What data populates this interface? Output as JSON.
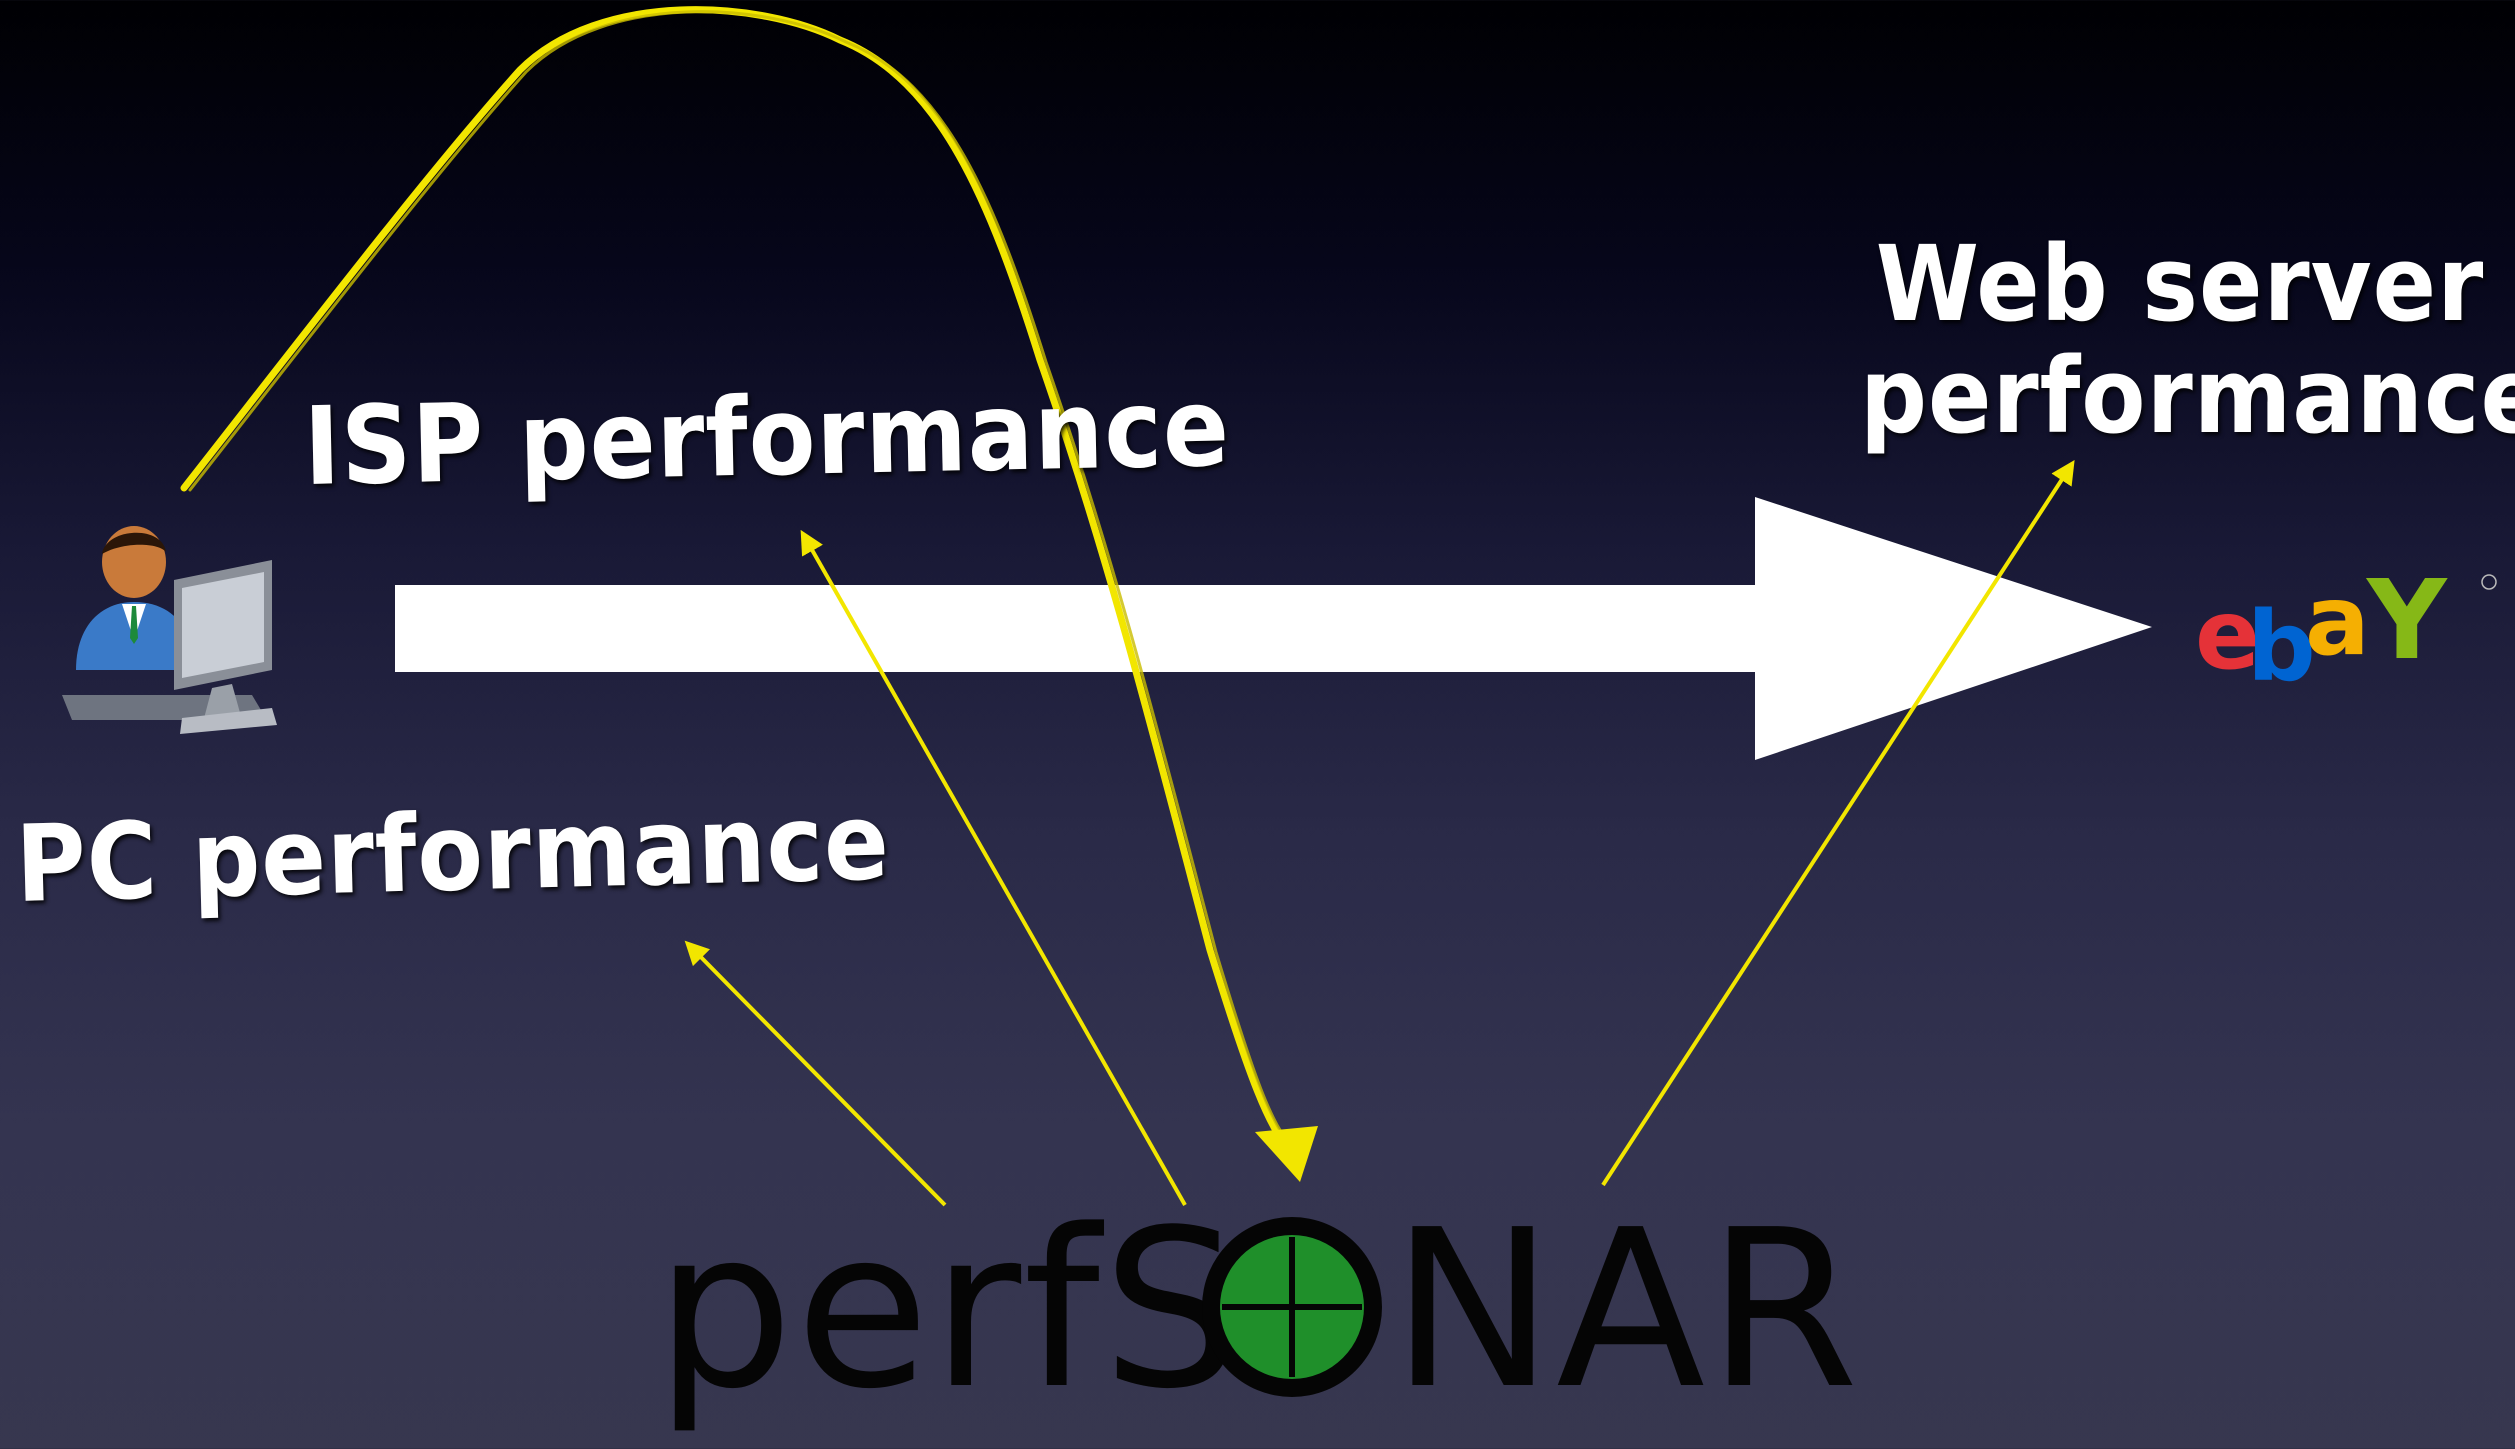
{
  "labels": {
    "isp": "ISP performance",
    "pc": "PC performance",
    "web_line1": "Web server",
    "web_line2": "performance"
  },
  "logos": {
    "perfsonar": "perfSONAR",
    "ebay": "ebay"
  },
  "colors": {
    "background_top": "#000003",
    "background_bottom": "#37374f",
    "text": "#ffffff",
    "annotation_yellow": "#f2e600",
    "main_arrow": "#ffffff",
    "sonar_green": "#1f8f2a",
    "ebay_red": "#e53238",
    "ebay_blue": "#0064d2",
    "ebay_yellow": "#f5af02",
    "ebay_green": "#86b817"
  },
  "icons": {
    "user": "user-at-computer-icon"
  }
}
